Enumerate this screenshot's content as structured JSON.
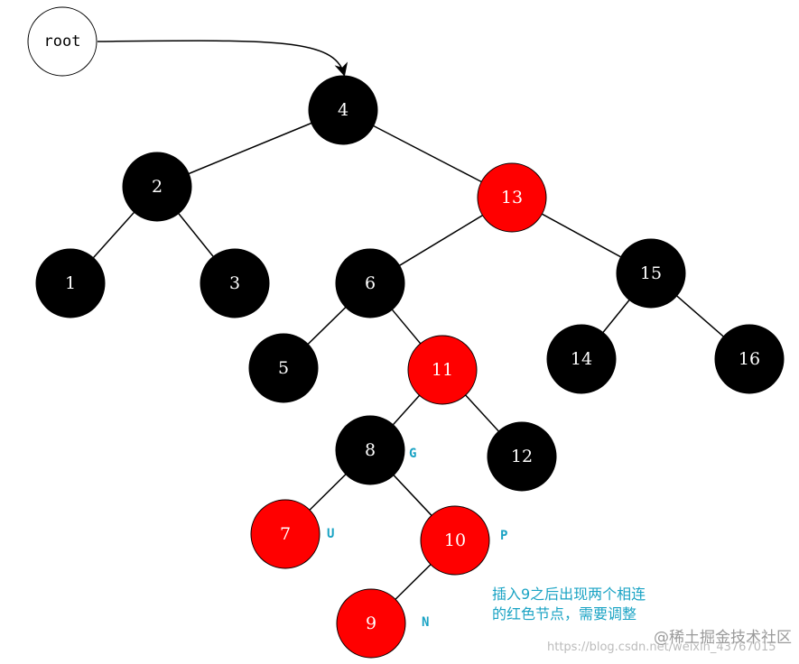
{
  "colors": {
    "black_node": "#000000",
    "red_node": "#ff0000",
    "root_fill": "#ffffff",
    "tag": "#1aa3c4",
    "annotation": "#1aa3c4",
    "edge": "#000000"
  },
  "root": {
    "label": "root"
  },
  "nodes": [
    {
      "key": "4",
      "label": "4",
      "color": "black"
    },
    {
      "key": "2",
      "label": "2",
      "color": "black"
    },
    {
      "key": "13",
      "label": "13",
      "color": "red"
    },
    {
      "key": "1",
      "label": "1",
      "color": "black"
    },
    {
      "key": "3",
      "label": "3",
      "color": "black"
    },
    {
      "key": "6",
      "label": "6",
      "color": "black"
    },
    {
      "key": "15",
      "label": "15",
      "color": "black"
    },
    {
      "key": "5",
      "label": "5",
      "color": "black"
    },
    {
      "key": "11",
      "label": "11",
      "color": "red"
    },
    {
      "key": "14",
      "label": "14",
      "color": "black"
    },
    {
      "key": "16",
      "label": "16",
      "color": "black"
    },
    {
      "key": "8",
      "label": "8",
      "color": "black"
    },
    {
      "key": "12",
      "label": "12",
      "color": "black"
    },
    {
      "key": "7",
      "label": "7",
      "color": "red"
    },
    {
      "key": "10",
      "label": "10",
      "color": "red"
    },
    {
      "key": "9",
      "label": "9",
      "color": "red"
    }
  ],
  "edges": [
    [
      "4",
      "2"
    ],
    [
      "4",
      "13"
    ],
    [
      "2",
      "1"
    ],
    [
      "2",
      "3"
    ],
    [
      "13",
      "6"
    ],
    [
      "13",
      "15"
    ],
    [
      "6",
      "5"
    ],
    [
      "6",
      "11"
    ],
    [
      "15",
      "14"
    ],
    [
      "15",
      "16"
    ],
    [
      "11",
      "8"
    ],
    [
      "11",
      "12"
    ],
    [
      "8",
      "7"
    ],
    [
      "8",
      "10"
    ],
    [
      "10",
      "9"
    ]
  ],
  "tags": [
    {
      "node": "8",
      "label": "G"
    },
    {
      "node": "7",
      "label": "U"
    },
    {
      "node": "10",
      "label": "P"
    },
    {
      "node": "9",
      "label": "N"
    }
  ],
  "annotation": {
    "line1": "插入9之后出现两个相连",
    "line2": "的红色节点，需要调整"
  },
  "watermark": {
    "brand": "@稀土掘金技术社区",
    "url": "https://blog.csdn.net/weixin_43767015"
  }
}
